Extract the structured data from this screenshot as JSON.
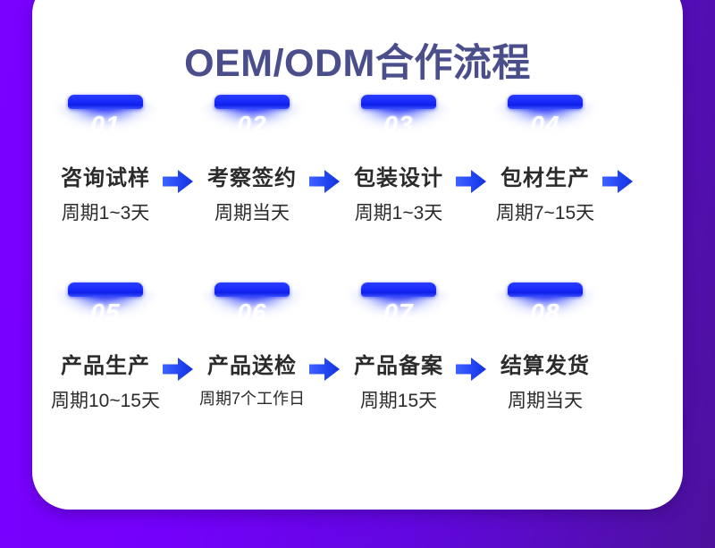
{
  "background": {
    "gradient_from": "#7a00ff",
    "gradient_to": "#4c119c"
  },
  "card": {
    "background": "#ffffff"
  },
  "header": {
    "title": "OEM/ODM合作流程",
    "title_color": "#4a4f8c"
  },
  "theme": {
    "badge_blue": "#1a2cfb",
    "arrow_blue": "#2346f2",
    "text_dark": "#2b2b2b"
  },
  "rows": [
    {
      "steps": [
        {
          "number": "01",
          "name": "咨询试样",
          "period": "周期1~3天",
          "has_arrow": true,
          "small_period": false
        },
        {
          "number": "02",
          "name": "考察签约",
          "period": "周期当天",
          "has_arrow": true,
          "small_period": false
        },
        {
          "number": "03",
          "name": "包装设计",
          "period": "周期1~3天",
          "has_arrow": true,
          "small_period": false
        },
        {
          "number": "04",
          "name": "包材生产",
          "period": "周期7~15天",
          "has_arrow": true,
          "small_period": false
        }
      ]
    },
    {
      "steps": [
        {
          "number": "05",
          "name": "产品生产",
          "period": "周期10~15天",
          "has_arrow": true,
          "small_period": false
        },
        {
          "number": "06",
          "name": "产品送检",
          "period": "周期7个工作日",
          "has_arrow": true,
          "small_period": true
        },
        {
          "number": "07",
          "name": "产品备案",
          "period": "周期15天",
          "has_arrow": true,
          "small_period": false
        },
        {
          "number": "08",
          "name": "结算发货",
          "period": "周期当天",
          "has_arrow": false,
          "small_period": false
        }
      ]
    }
  ]
}
